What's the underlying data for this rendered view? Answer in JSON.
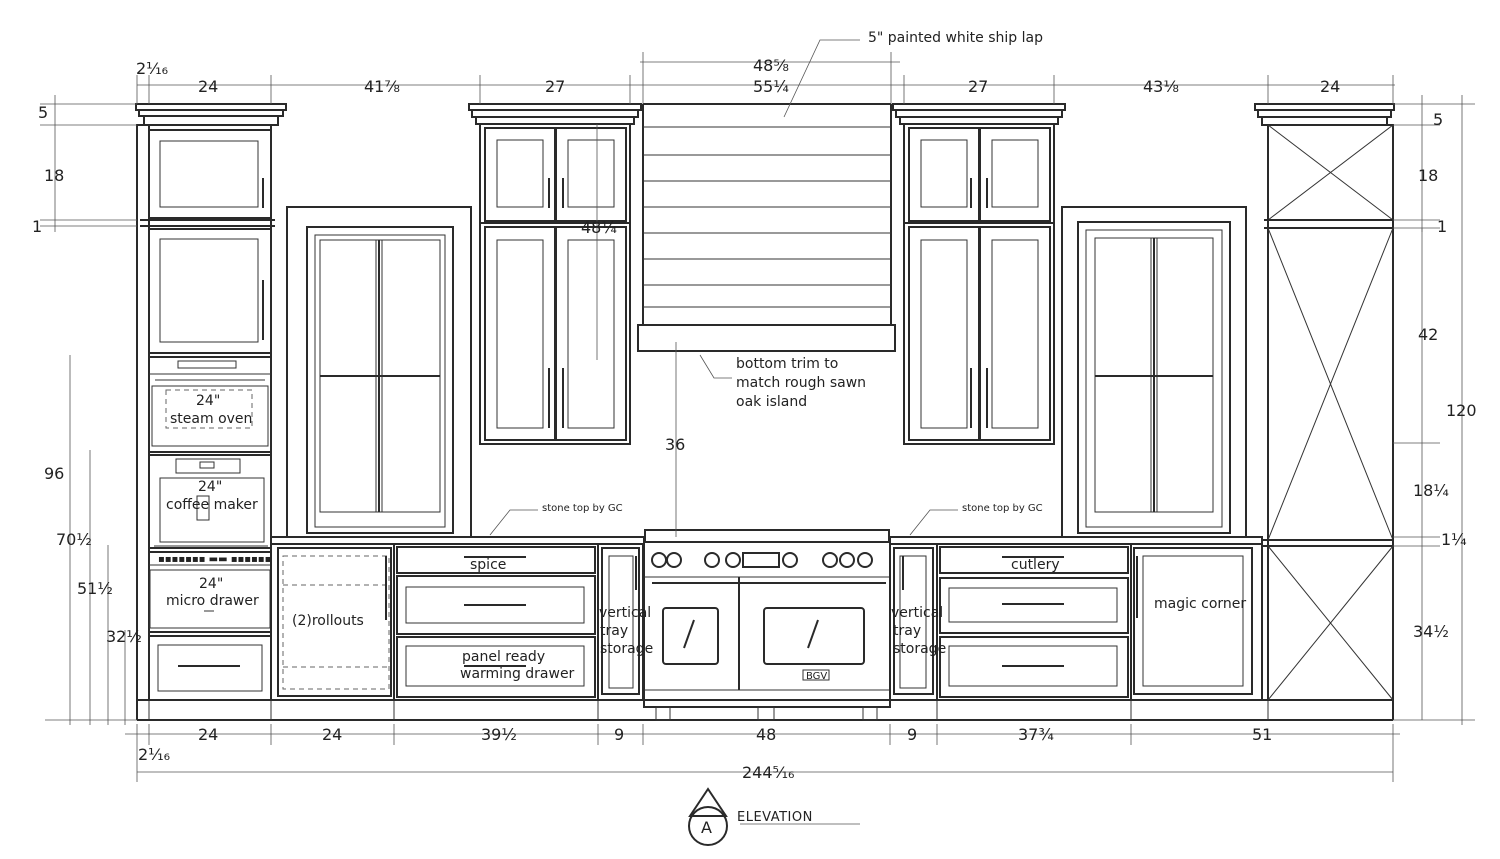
{
  "notes": {
    "shiplap": "5\" painted white ship lap",
    "hood_trim": [
      "bottom trim to",
      "match rough sawn",
      "oak island"
    ],
    "stone_left": "stone top by GC",
    "stone_right": "stone top by GC"
  },
  "appliances": {
    "steam_oven": [
      "24\"",
      "steam oven"
    ],
    "coffee_maker": [
      "24\"",
      "coffee maker"
    ],
    "micro_drawer": [
      "24\"",
      "micro drawer"
    ],
    "range_badge": "BGV"
  },
  "cabinet_labels": {
    "rollouts": "(2)rollouts",
    "spice": "spice",
    "warming_drawer": [
      "panel ready",
      "warming drawer"
    ],
    "tray_left": [
      "vertical",
      "tray",
      "storage"
    ],
    "tray_right": [
      "vertical",
      "tray",
      "storage"
    ],
    "cutlery": "cutlery",
    "magic_corner": "magic corner"
  },
  "dimensions": {
    "top": [
      "24",
      "41⅞",
      "27",
      "48⅝",
      "55¼",
      "27",
      "43⅛",
      "24"
    ],
    "top_left_offset": "2¹⁄₁₆",
    "bottom": [
      "24",
      "24",
      "39½",
      "9",
      "48",
      "9",
      "37¾",
      "51"
    ],
    "bottom_left_offset": "2¹⁄₁₆",
    "overall": "244⁵⁄₁₆",
    "left": [
      "5",
      "18",
      "1",
      "96",
      "70½",
      "51½",
      "32½"
    ],
    "right": [
      "5",
      "18",
      "1",
      "42",
      "120",
      "18¼",
      "1¼",
      "34½"
    ],
    "center": [
      "48¼",
      "36"
    ]
  },
  "title_block": {
    "marker": "A",
    "label": "ELEVATION"
  }
}
